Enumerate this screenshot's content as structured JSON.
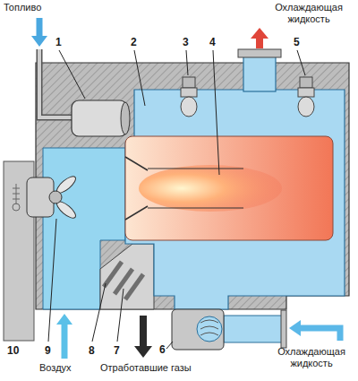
{
  "diagram": {
    "labels": [
      "Топливо",
      "Охлаждающая жидкость",
      "1",
      "2",
      "3",
      "4",
      "5",
      "10",
      "9",
      "8",
      "7",
      "6",
      "Воздух",
      "Отработавшие газы",
      "Охлаждающая жидкость"
    ]
  }
}
